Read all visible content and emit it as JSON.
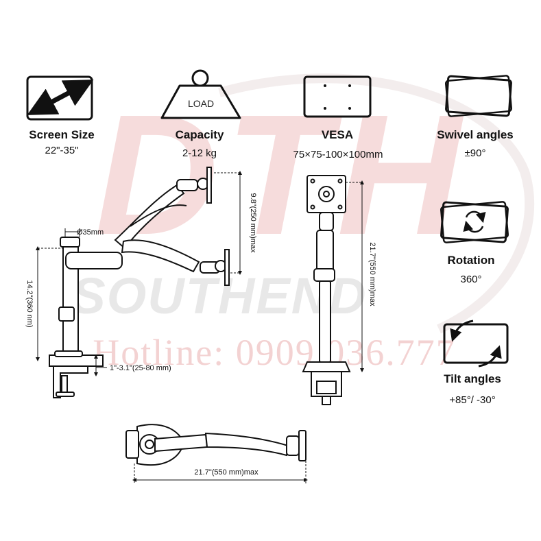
{
  "watermark": {
    "letters": "DTH",
    "brand": "SOUTHEND",
    "hotline": "Hotline: 0909.036.777"
  },
  "features": {
    "screen_size": {
      "title": "Screen Size",
      "value": "22\"-35\""
    },
    "capacity": {
      "title": "Capacity",
      "value": "2-12 kg",
      "icon_label": "LOAD"
    },
    "vesa": {
      "title": "VESA",
      "value": "75×75-100×100mm"
    },
    "swivel": {
      "title": "Swivel angles",
      "value": "±90°"
    },
    "rotation": {
      "title": "Rotation",
      "value": "360°"
    },
    "tilt": {
      "title": "Tilt angles",
      "value": "+85°/  -30°"
    }
  },
  "dimensions": {
    "pole_diameter": "Ø35mm",
    "pole_height": "14.2\"(360 nm)",
    "arm_height": "9.8\"(250 mm)max",
    "clamp_range": "1\"-3.1\"(25-80 mm)",
    "side_reach": "21.7\"(550 mm)max",
    "top_reach": "21.7\"(550 mm)max"
  },
  "colors": {
    "line": "#111111",
    "watermark_red": "#f6dcdc",
    "watermark_gray": "#e8e8e8"
  }
}
